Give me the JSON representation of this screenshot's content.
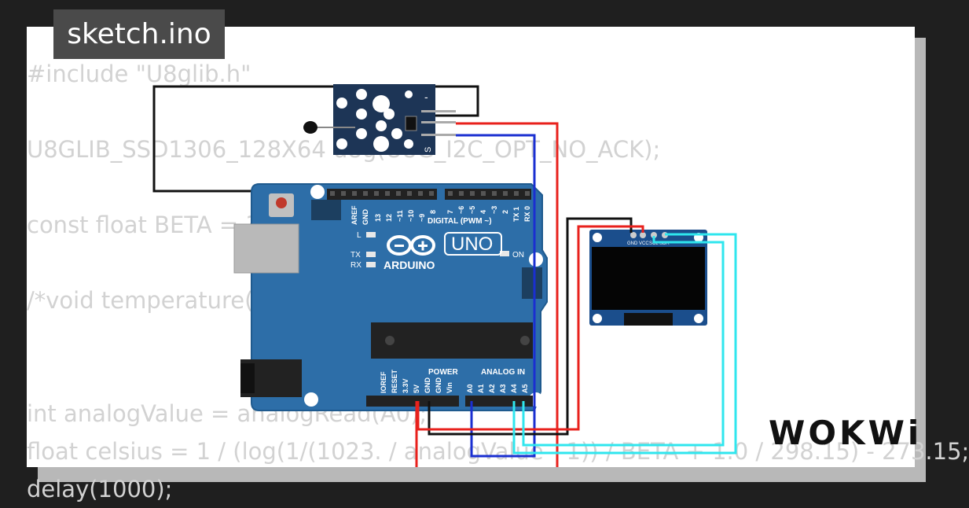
{
  "title": "sketch.ino",
  "code_lines": [
    "#include \"U8glib.h\"",
    "",
    "U8GLIB_SSD1306_128X64 u8g(U8G_I2C_OPT_NO_ACK);",
    "",
    "const float BETA = 3950;",
    "",
    "/*void temperature() {",
    "",
    "",
    "int analogValue = analogRead(A0);",
    "float celsius = 1 / (log(1/(1023. / analogValue - 1)) / BETA + 1.0 / 298.15) - 273.15;",
    "delay(1000);"
  ],
  "board": {
    "brand": "ARDUINO",
    "model": "UNO",
    "digital_label": "DIGITAL (PWM ~)",
    "power_label": "POWER",
    "analog_label": "ANALOG IN",
    "led_l": "L",
    "led_tx": "TX",
    "led_rx": "RX",
    "led_on": "ON",
    "top_pins": [
      "AREF",
      "GND",
      "13",
      "12",
      "~11",
      "~10",
      "~9",
      "8",
      "7",
      "~6",
      "~5",
      "4",
      "~3",
      "2",
      "TX 1",
      "RX 0"
    ],
    "power_pins": [
      "IOREF",
      "RESET",
      "3.3V",
      "5V",
      "GND",
      "GND",
      "Vin"
    ],
    "analog_pins": [
      "A0",
      "A1",
      "A2",
      "A3",
      "A4",
      "A5"
    ]
  },
  "sensor": {
    "pin_minus": "-",
    "pin_signal": "S"
  },
  "oled": {
    "pins": [
      "GND",
      "VCC",
      "SCL",
      "SDA"
    ]
  },
  "logo": "WOKWi",
  "colors": {
    "background": "#1f1f1f",
    "code_text": "#d2d2d2",
    "board_blue": "#2d6ea8",
    "wire_black": "#111111",
    "wire_red": "#e8211c",
    "wire_blue": "#1a2fd1",
    "wire_cyan": "#2fe6ee"
  }
}
